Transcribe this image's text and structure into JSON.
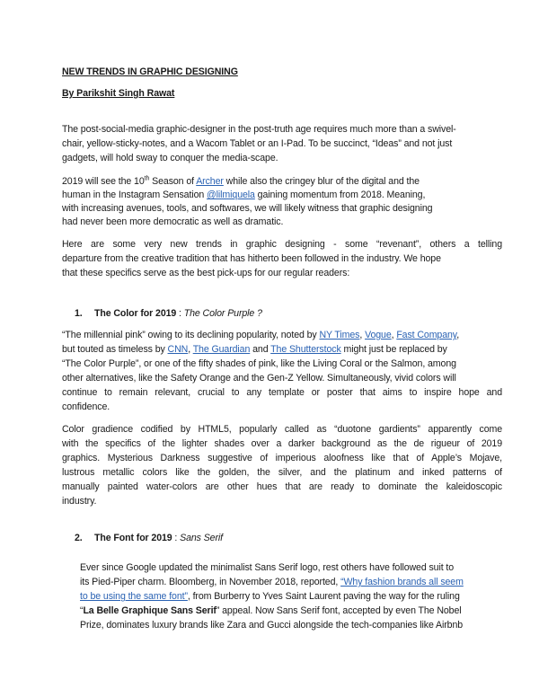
{
  "document": {
    "title": "NEW TRENDS IN GRAPHIC DESIGNING",
    "byline": "By  Parikshit Singh Rawat",
    "intro": {
      "p1": [
        "The post-social-media graphic-designer in the post-truth age requires much more than a swivel-",
        "chair, yellow-sticky-notes, and a Wacom Tablet or an I-Pad.  To be succinct, “Ideas” and not just",
        "gadgets, will hold sway to conquer the media-scape."
      ],
      "p2": {
        "l1_a": "2019 will see the 10",
        "l1_sup": "th",
        "l1_b": " Season of ",
        "l1_link": "Archer",
        "l1_c": " while also the cringey blur of the digital and the",
        "l2_a": "human in the Instagram Sensation ",
        "l2_link": "@lilmiquela",
        "l2_b": " gaining  momentum from 2018. Meaning,",
        "l3": "with increasing avenues, tools, and softwares, we will likely witness that graphic designing",
        "l4": "had never been more democratic as well as dramatic."
      },
      "p3": [
        "Here are some very new trends in graphic designing - some “revenant”, others a telling",
        "departure from the creative tradition that has hitherto been followed in the industry. We hope",
        "that these specifics serve as the best pick-ups for our regular readers:"
      ]
    },
    "section1": {
      "number": "1.",
      "heading": "The Color for 2019",
      "separator": " : ",
      "subtitle": "The Color Purple ?",
      "p1": {
        "l1_a": "“The millennial pink” owing to its declining popularity, noted by ",
        "links1": [
          "NY Times",
          "Vogue",
          "Fast Company"
        ],
        "l2_a": "but touted as timeless by ",
        "links2": [
          "CNN",
          "The Guardian",
          "The Shutterstock"
        ],
        "l2_and": " and ",
        "l2_b": " might just be replaced by",
        "l3": "“The Color Purple”, or one of the fifty shades of pink, like the Living Coral or the Salmon, among",
        "l4": "other alternatives, like the Safety Orange and the Gen-Z Yellow. Simultaneously, vivid colors will",
        "l5": "continue to remain relevant, crucial to any template or poster that aims to inspire hope and",
        "l6": "confidence."
      },
      "p2": [
        "Color gradience codified by HTML5, popularly called as “duotone gardients” apparently come",
        "with the specifics of the lighter shades over a darker background as the de rigueur of 2019",
        "graphics. Mysterious Darkness suggestive of imperious aloofness like that of Apple’s Mojave,",
        "lustrous metallic colors like the golden, the silver, and the platinum and inked patterns of",
        "manually painted water-colors are other hues that are ready to dominate the kaleidoscopic",
        "industry."
      ]
    },
    "section2": {
      "number": "2.",
      "heading": "The Font for 2019",
      "separator": " : ",
      "subtitle": "Sans Serif",
      "p1": {
        "l1": "Ever since Google updated the minimalist Sans Serif logo, rest others have followed suit to",
        "l2_a": "its Pied-Piper charm. Bloomberg, in November 2018, reported, ",
        "l2_link": "“Why fashion brands all seem",
        "l3_link": "to be using the same font”",
        "l3_b": ", from Burberry to Yves Saint Laurent paving the way for the ruling",
        "l4_q1": "“",
        "l4_bold": "La Belle Graphique Sans Serif",
        "l4_b": "” appeal. Now Sans Serif font, accepted by even The Nobel",
        "l5": "Prize, dominates luxury brands like Zara and Gucci alongside the tech-companies like Airbnb"
      }
    },
    "colors": {
      "link": "#2a62b3",
      "text": "#1a1a1a",
      "background": "#ffffff"
    }
  }
}
